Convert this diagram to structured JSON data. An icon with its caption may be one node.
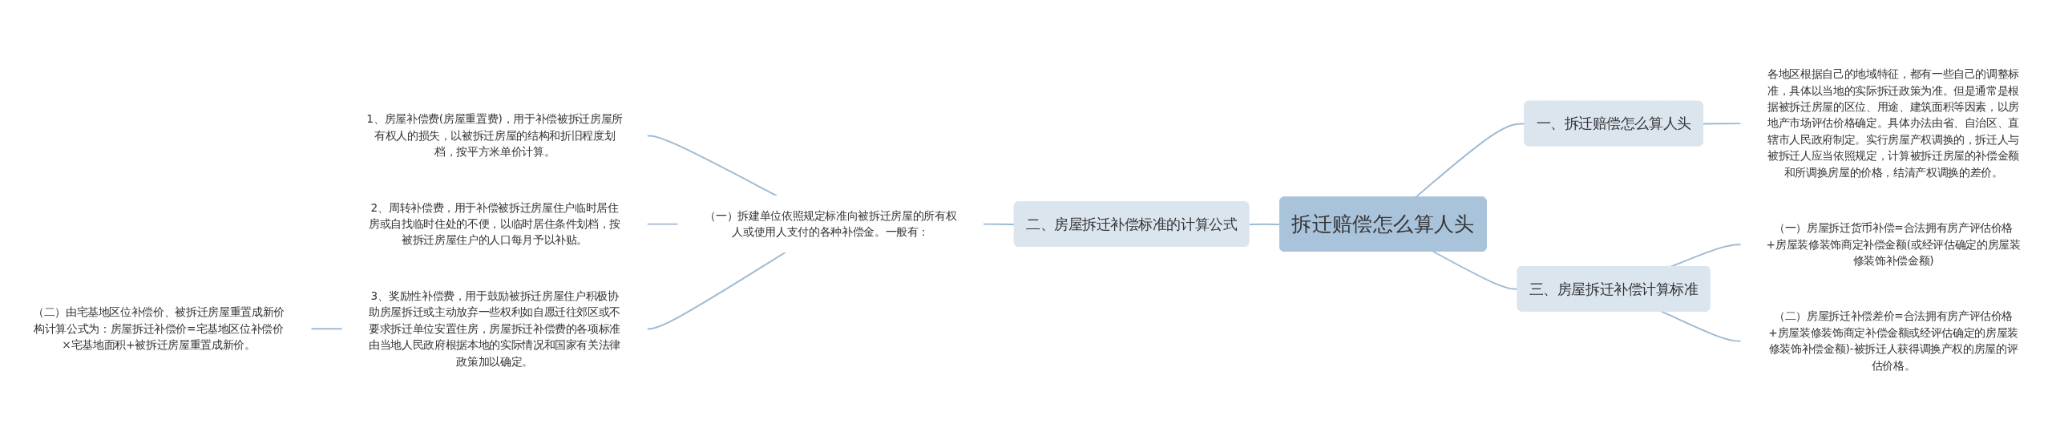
{
  "diagram": {
    "nodes": [
      {
        "text": [
          "拆迁赔偿怎么算人头"
        ]
      },
      {
        "text": [
          "一、拆迁赔偿怎么算人头"
        ]
      },
      {
        "text": [
          "各地区根据自己的地域特征，都有一些自己的调整标准，具体以当地的实际拆迁政策为准。但是通常是根据被拆迁房屋的区位、用途、建筑面积等因素，以房地产市场评估价格确定。具体办法由省、自治区、直辖市人民政府制定。实行房屋产权调换的，拆迁人与被拆迁人应当依照规定，计算被拆迁房屋的补偿金额和所调换房屋的价格，结清产权调换的差价。"
        ]
      },
      {
        "text": [
          "二、房屋拆迁补偿标准的计算公式"
        ]
      },
      {
        "text": [
          "（一）拆建单位依照规定标准向被拆迁房屋的所有权人或使用人支付的各种补偿金。一般有："
        ]
      },
      {
        "text": [
          "1、房屋补偿费(房屋重置费)，用于补偿被拆迁房屋所有权人的损失，以被拆迁房屋的结构和折旧程度划档，按平方米单价计算。"
        ]
      },
      {
        "text": [
          "2、周转补偿费，用于补偿被拆迁房屋住户临时居住房或自找临时住处的不便，以临时居住条件划档，按被拆迁房屋住户的人口每月予以补贴。"
        ]
      },
      {
        "text": [
          "3、奖励性补偿费，用于鼓励被拆迁房屋住户积极协助房屋拆迁或主动放弃一些权利如自愿迁往郊区或不要求拆迁单位安置住房，房屋拆迁补偿费的各项标准由当地人民政府根据本地的实际情况和国家有关法律政策加以确定。"
        ]
      },
      {
        "text": [
          "（二）由宅基地区位补偿价、被拆迁房屋重置成新价构计算公式为：房屋拆迁补偿价=宅基地区位补偿价×宅基地面积+被拆迁房屋重置成新价。"
        ]
      },
      {
        "text": [
          "三、房屋拆迁补偿计算标准"
        ]
      },
      {
        "text": [
          "（一）房屋拆迁货币补偿=合法拥有房产评估价格+房屋装修装饰商定补偿金额(或经评估确定的房屋装修装饰补偿金额)"
        ]
      },
      {
        "text": [
          "（二）房屋拆迁补偿差价=合法拥有房产评估价格+房屋装修装饰商定补偿金额或经评估确定的房屋装修装饰补偿金额)-被拆迁人获得调换产权的房屋的评估价格。"
        ]
      }
    ],
    "edges": [
      {
        "from": 0,
        "to": 1,
        "arrow": "none"
      },
      {
        "from": 1,
        "to": 2,
        "arrow": "none"
      },
      {
        "from": 3,
        "to": 0,
        "arrow": "none"
      },
      {
        "from": 4,
        "to": 3,
        "arrow": "none"
      },
      {
        "from": 5,
        "to": 4,
        "arrow": "none"
      },
      {
        "from": 6,
        "to": 4,
        "arrow": "none"
      },
      {
        "from": 7,
        "to": 4,
        "arrow": "none"
      },
      {
        "from": 8,
        "to": 7,
        "arrow": "none"
      },
      {
        "from": 0,
        "to": 9,
        "arrow": "none"
      },
      {
        "from": 9,
        "to": 10,
        "arrow": "none"
      },
      {
        "from": 9,
        "to": 11,
        "arrow": "none"
      }
    ]
  }
}
